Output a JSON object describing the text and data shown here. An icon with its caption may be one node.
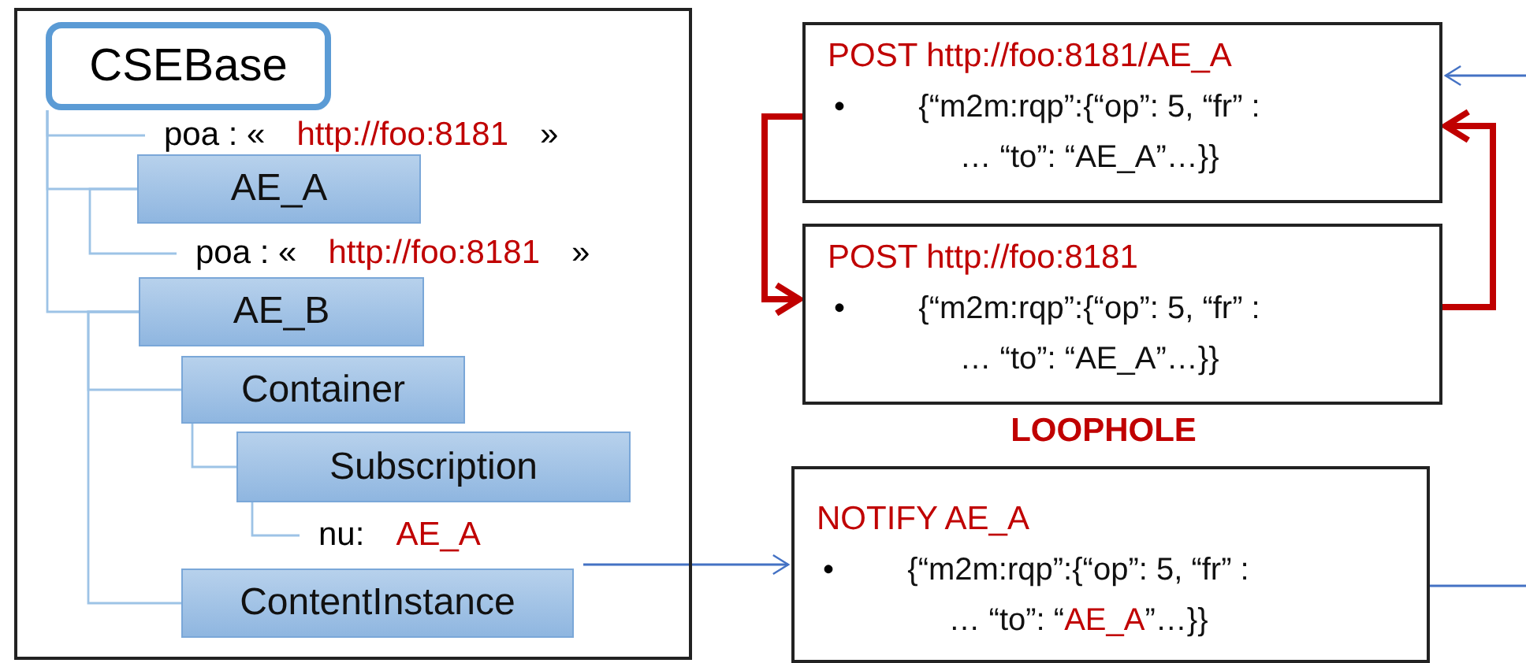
{
  "diagram": {
    "nodes": [
      {
        "text": [],
        "shape": "box"
      },
      {
        "text": [
          "CSEBase"
        ],
        "in": 0
      },
      {
        "text": [
          "poa : «",
          "http://foo:8181",
          "»"
        ],
        "in": 0
      },
      {
        "text": [
          "AE_A"
        ],
        "in": 0
      },
      {
        "text": [
          "poa : «",
          "http://foo:8181",
          "»"
        ],
        "in": 0
      },
      {
        "text": [
          "AE_B"
        ],
        "in": 0
      },
      {
        "text": [
          "Container"
        ],
        "in": 0
      },
      {
        "text": [
          "Subscription"
        ],
        "in": 0
      },
      {
        "text": [
          "nu:",
          "AE_A"
        ],
        "in": 0
      },
      {
        "text": [
          "ContentInstance"
        ],
        "in": 0
      },
      {
        "text": [
          "POST http://foo:8181/AE_A",
          "•",
          "{“m2m:rqp”:{“op”: 5, “fr” : … “to”: “AE_A”…}}"
        ]
      },
      {
        "text": [
          "POST http://foo:8181",
          "•",
          "{“m2m:rqp”:{“op”: 5, “fr” : … “to”: “AE_A”…}}"
        ]
      },
      {
        "text": [
          "NOTIFY AE_A",
          "•",
          "{“m2m:rqp”:{“op”: 5, “fr” : … “to”: “",
          "AE_A",
          "”…}}"
        ]
      }
    ],
    "edges": [
      {
        "from": 1,
        "to": 2,
        "arrow": "none"
      },
      {
        "from": 1,
        "to": 3,
        "arrow": "none"
      },
      {
        "from": 1,
        "to": 5,
        "arrow": "none"
      },
      {
        "from": 3,
        "to": 4,
        "arrow": "none"
      },
      {
        "from": 5,
        "to": 6,
        "arrow": "none"
      },
      {
        "from": 5,
        "to": 9,
        "arrow": "none"
      },
      {
        "from": 6,
        "to": 7,
        "arrow": "none"
      },
      {
        "from": 7,
        "to": 8,
        "arrow": "none"
      },
      {
        "from": 9,
        "to": 12,
        "arrow": "to",
        "color": "#4472c4"
      },
      {
        "from": 10,
        "to": 11,
        "arrow": "to",
        "style": "thick",
        "color": "#c00000"
      },
      {
        "from": 11,
        "to": 10,
        "arrow": "to",
        "style": "thick",
        "color": "#c00000"
      },
      {
        "from": 12,
        "to": null,
        "arrow": "none",
        "color": "#4472c4"
      },
      {
        "from": null,
        "to": 10,
        "arrow": "to",
        "color": "#4472c4"
      }
    ],
    "labels": [
      "LOOPHOLE"
    ]
  }
}
